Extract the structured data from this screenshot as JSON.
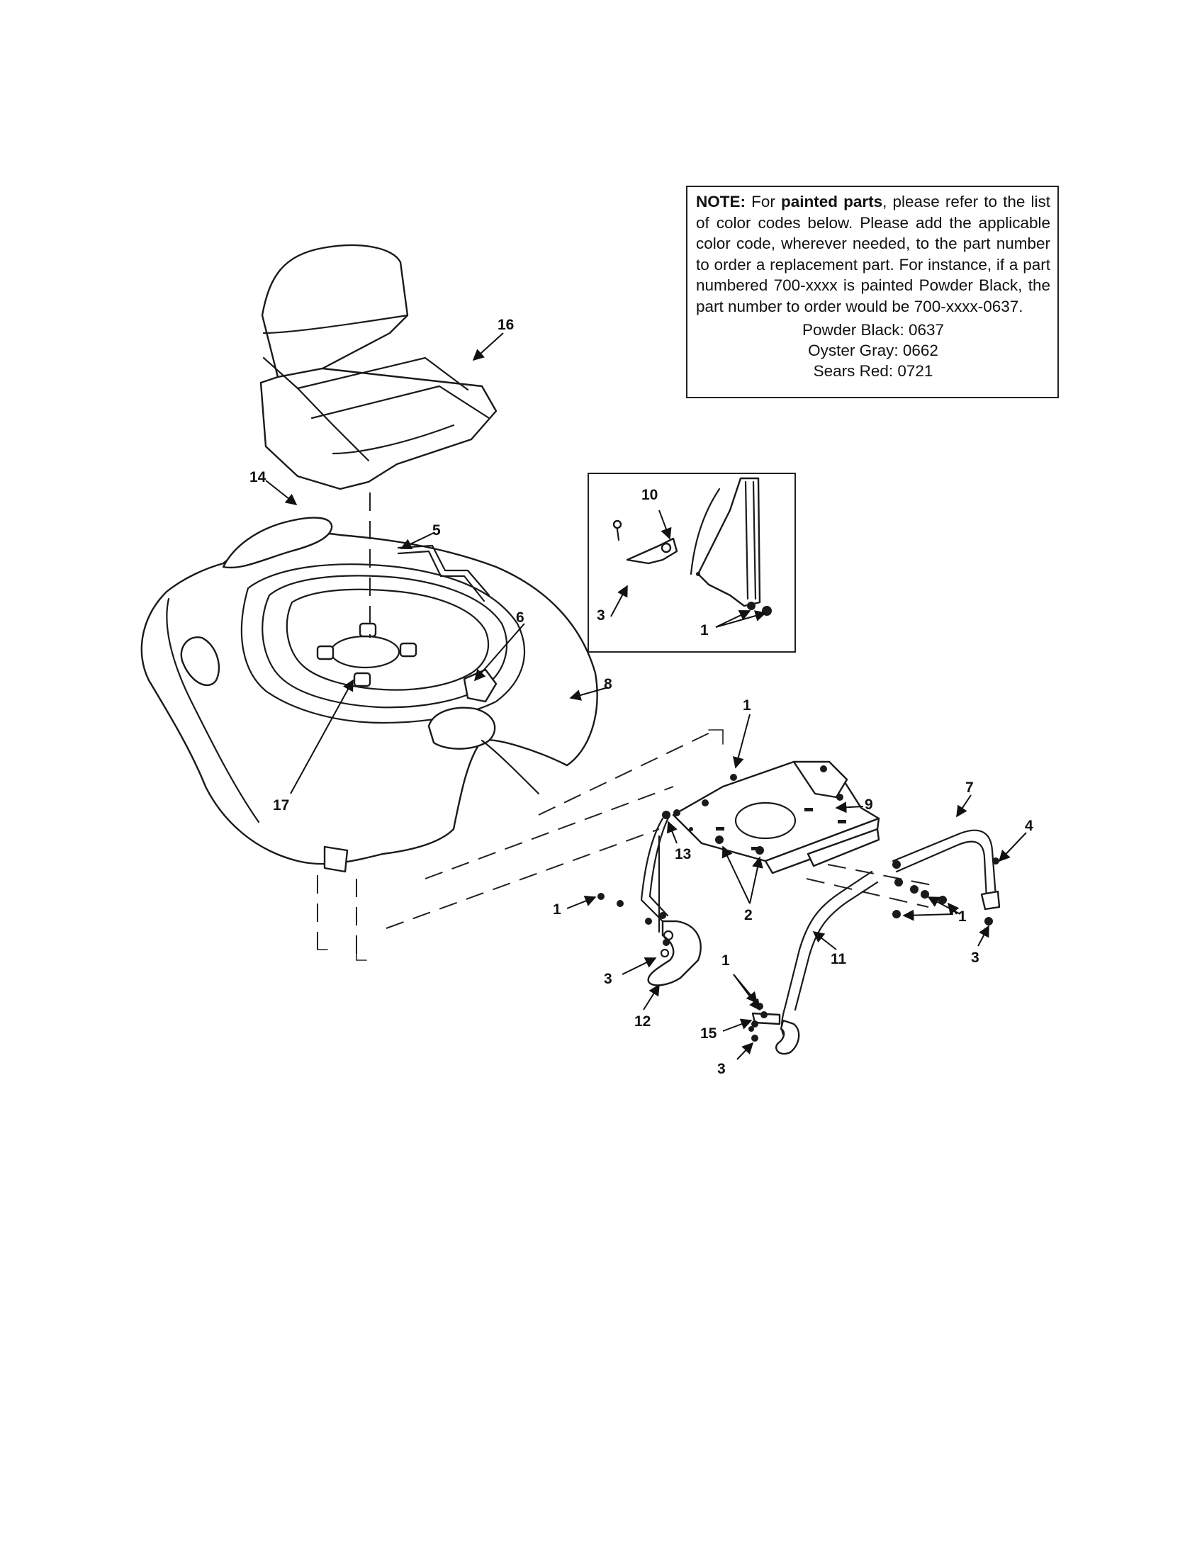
{
  "note": {
    "lead": "NOTE:",
    "text_1": " For ",
    "bold": "painted parts",
    "text_2": ", please refer to the list of color codes below.  Please add the applicable color code, wherever needed, to the part number to order a replacement part.  For instance, if a part numbered 700-xxxx is painted Powder Black, the part number to order would be 700-xxxx-0637.",
    "codes": [
      "Powder Black: 0637",
      "Oyster Gray: 0662",
      "Sears Red: 0721"
    ]
  },
  "callouts": {
    "c16": "16",
    "c14": "14",
    "c5": "5",
    "c6": "6",
    "c8": "8",
    "c17": "17",
    "c10": "10",
    "c3a": "3",
    "c1a": "1",
    "c1b": "1",
    "c9": "9",
    "c7": "7",
    "c4": "4",
    "c13": "13",
    "c2": "2",
    "c1c": "1",
    "c1d": "1",
    "c3b": "3",
    "c11": "11",
    "c1e": "1",
    "c3c": "3",
    "c12": "12",
    "c15": "15",
    "c3d": "3"
  }
}
